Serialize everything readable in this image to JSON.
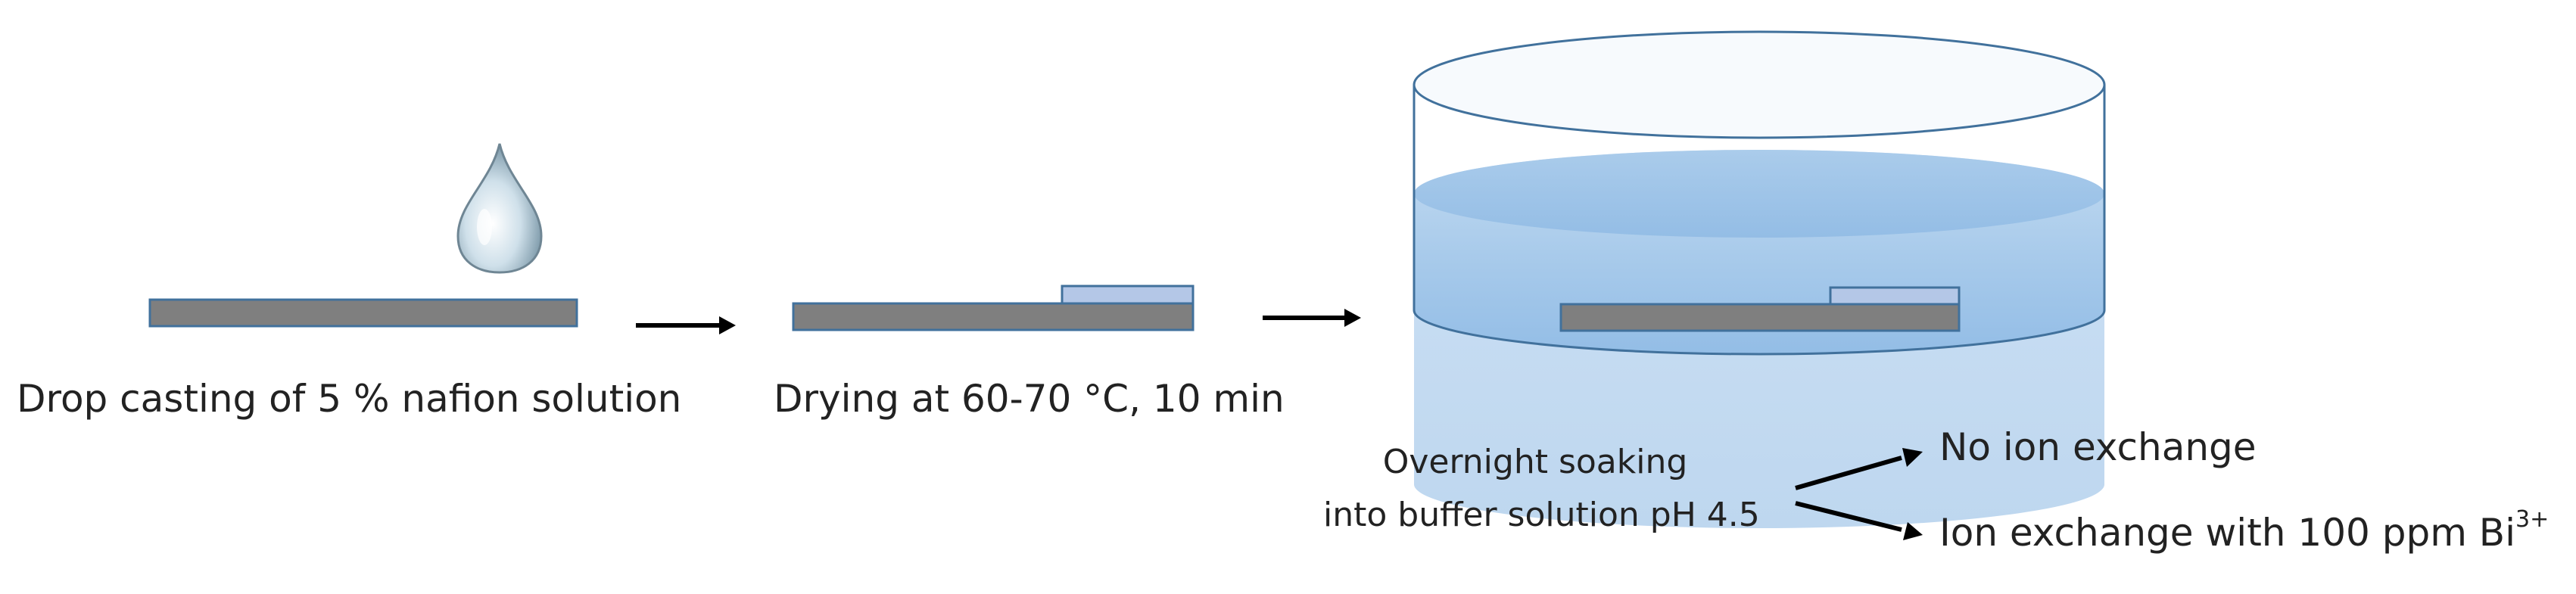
{
  "steps": {
    "step1": {
      "label": "Drop casting of 5 % nafion solution"
    },
    "step2": {
      "label": "Drying at 60-70 °C, 10 min"
    },
    "step3": {
      "line1": "Overnight soaking",
      "line2": "into buffer solution pH 4.5"
    }
  },
  "outcomes": {
    "a": {
      "label": "No ion exchange"
    },
    "b": {
      "label": "Ion exchange with 100 ppm Bi",
      "superscript": "3+"
    }
  },
  "colors": {
    "electrode": "#7f7f7f",
    "electrode_edge": "#41719c",
    "film": "#b4c7e7",
    "vessel_edge": "#41719c",
    "water_top": "#bdd7ee",
    "water_bottom": "#9dc3e6",
    "arrow": "#000000"
  }
}
